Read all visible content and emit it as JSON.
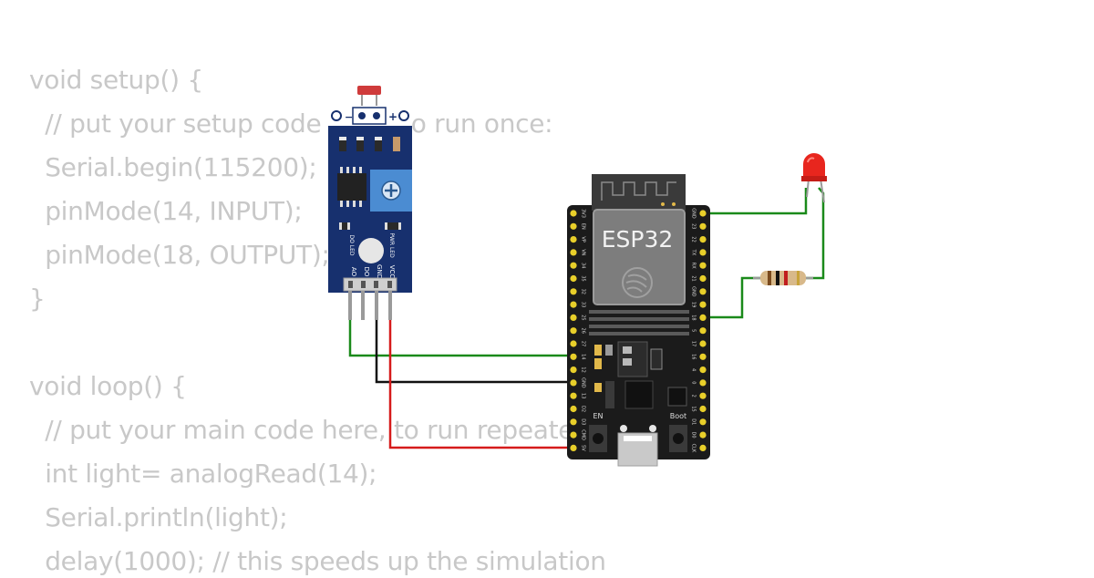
{
  "code_lines": [
    "void setup() {",
    "  // put your setup code here, to run once:",
    "  Serial.begin(115200);",
    "  pinMode(14, INPUT);",
    "  pinMode(18, OUTPUT);",
    "}",
    "",
    "void loop() {",
    "  // put your main code here, to run repeatedly:",
    "  int light= analogRead(14);",
    "  Serial.println(light);",
    "  delay(1000); // this speeds up the simulation"
  ],
  "esp32": {
    "label": "ESP32",
    "en_label": "EN",
    "boot_label": "Boot",
    "left_pins": [
      "3V3",
      "EN",
      "VP",
      "VN",
      "34",
      "35",
      "32",
      "33",
      "25",
      "26",
      "27",
      "14",
      "12",
      "GND",
      "13",
      "D2",
      "D3",
      "CMD",
      "5V"
    ],
    "right_pins": [
      "GND",
      "23",
      "22",
      "TX",
      "RX",
      "21",
      "GND",
      "19",
      "18",
      "5",
      "17",
      "16",
      "4",
      "0",
      "2",
      "15",
      "D1",
      "D0",
      "CLK"
    ]
  },
  "ldr_module": {
    "minus_label": "−",
    "plus_label": "+",
    "do_led_label": "DO LED",
    "pwr_led_label": "PWR LED",
    "pins": [
      "AO",
      "DO",
      "GND",
      "VCC"
    ]
  },
  "colors": {
    "wire_green": "#1a8a1a",
    "wire_black": "#111111",
    "wire_red": "#d61b1b",
    "board": "#1b1b1b",
    "module": "#17306e",
    "led": "#e8261e",
    "pin_gold": "#e8cf2a"
  }
}
